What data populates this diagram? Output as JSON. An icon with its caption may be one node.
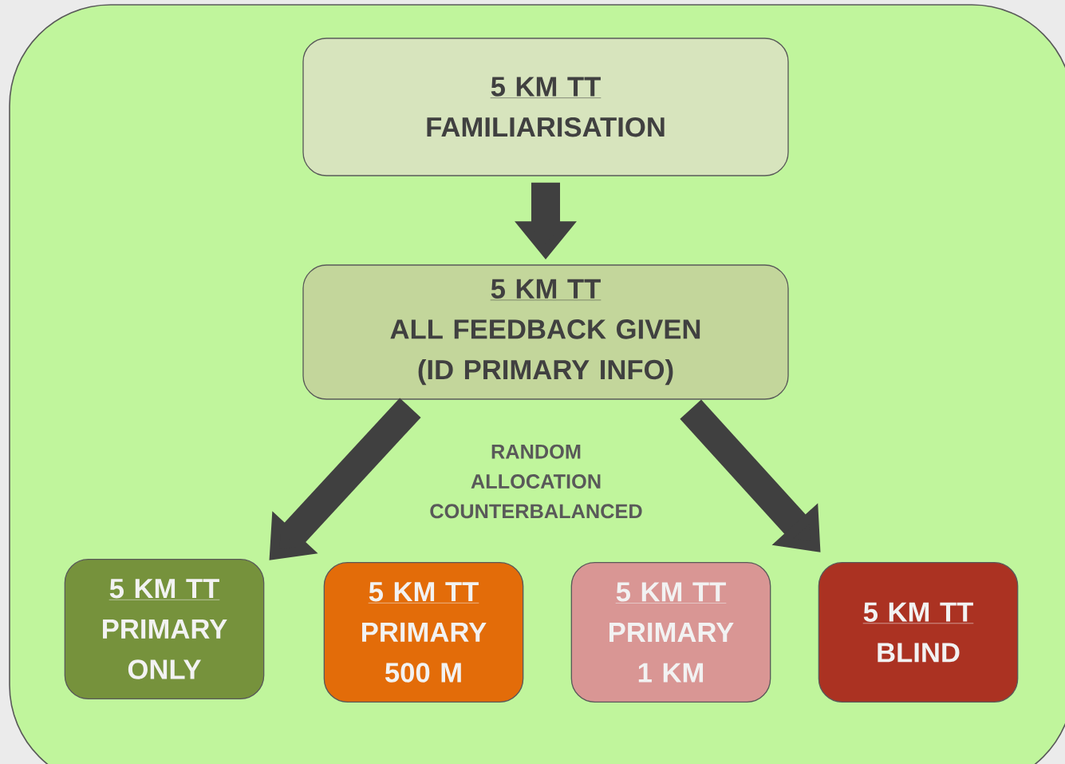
{
  "diagram": {
    "nodes": [
      {
        "text": [
          "5 KM TT",
          "FAMILIARISATION"
        ]
      },
      {
        "text": [
          "5 KM TT",
          "ALL FEEDBACK GIVEN (ID PRIMARY INFO)"
        ]
      },
      {
        "text": [
          "5 KM TT",
          "PRIMARY ONLY"
        ]
      },
      {
        "text": [
          "5 KM TT",
          "PRIMARY 500 M"
        ]
      },
      {
        "text": [
          "5 KM TT",
          "PRIMARY 1 KM"
        ]
      },
      {
        "text": [
          "5 KM TT",
          "BLIND"
        ]
      }
    ],
    "edges": [
      {
        "from": 0,
        "to": 1,
        "arrow": "to"
      },
      {
        "from": 1,
        "to": 2,
        "arrow": "to"
      },
      {
        "from": 1,
        "to": 5,
        "arrow": "to"
      }
    ],
    "labels": [
      "RANDOM ALLOCATION COUNTERBALANCED"
    ]
  }
}
